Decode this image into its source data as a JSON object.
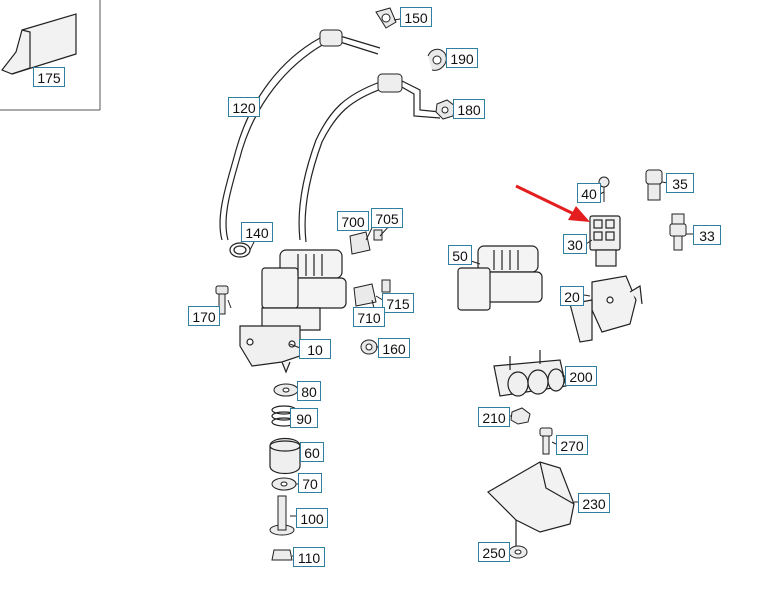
{
  "diagram": {
    "callouts": [
      {
        "id": "175",
        "label": "175"
      },
      {
        "id": "150",
        "label": "150"
      },
      {
        "id": "190",
        "label": "190"
      },
      {
        "id": "180",
        "label": "180"
      },
      {
        "id": "120",
        "label": "120"
      },
      {
        "id": "140",
        "label": "140"
      },
      {
        "id": "700",
        "label": "700"
      },
      {
        "id": "705",
        "label": "705"
      },
      {
        "id": "715",
        "label": "715"
      },
      {
        "id": "710",
        "label": "710"
      },
      {
        "id": "170",
        "label": "170"
      },
      {
        "id": "10",
        "label": "10"
      },
      {
        "id": "160",
        "label": "160"
      },
      {
        "id": "80",
        "label": "80"
      },
      {
        "id": "90",
        "label": "90"
      },
      {
        "id": "60",
        "label": "60"
      },
      {
        "id": "70",
        "label": "70"
      },
      {
        "id": "100",
        "label": "100"
      },
      {
        "id": "110",
        "label": "110"
      },
      {
        "id": "50",
        "label": "50"
      },
      {
        "id": "40",
        "label": "40"
      },
      {
        "id": "35",
        "label": "35"
      },
      {
        "id": "30",
        "label": "30"
      },
      {
        "id": "33",
        "label": "33"
      },
      {
        "id": "20",
        "label": "20"
      },
      {
        "id": "200",
        "label": "200"
      },
      {
        "id": "210",
        "label": "210"
      },
      {
        "id": "270",
        "label": "270"
      },
      {
        "id": "230",
        "label": "230"
      },
      {
        "id": "250",
        "label": "250"
      }
    ],
    "highlight_arrow_color": "#e41e1e",
    "callout_border_color": "#2f7fa0",
    "line_color": "#222222"
  }
}
